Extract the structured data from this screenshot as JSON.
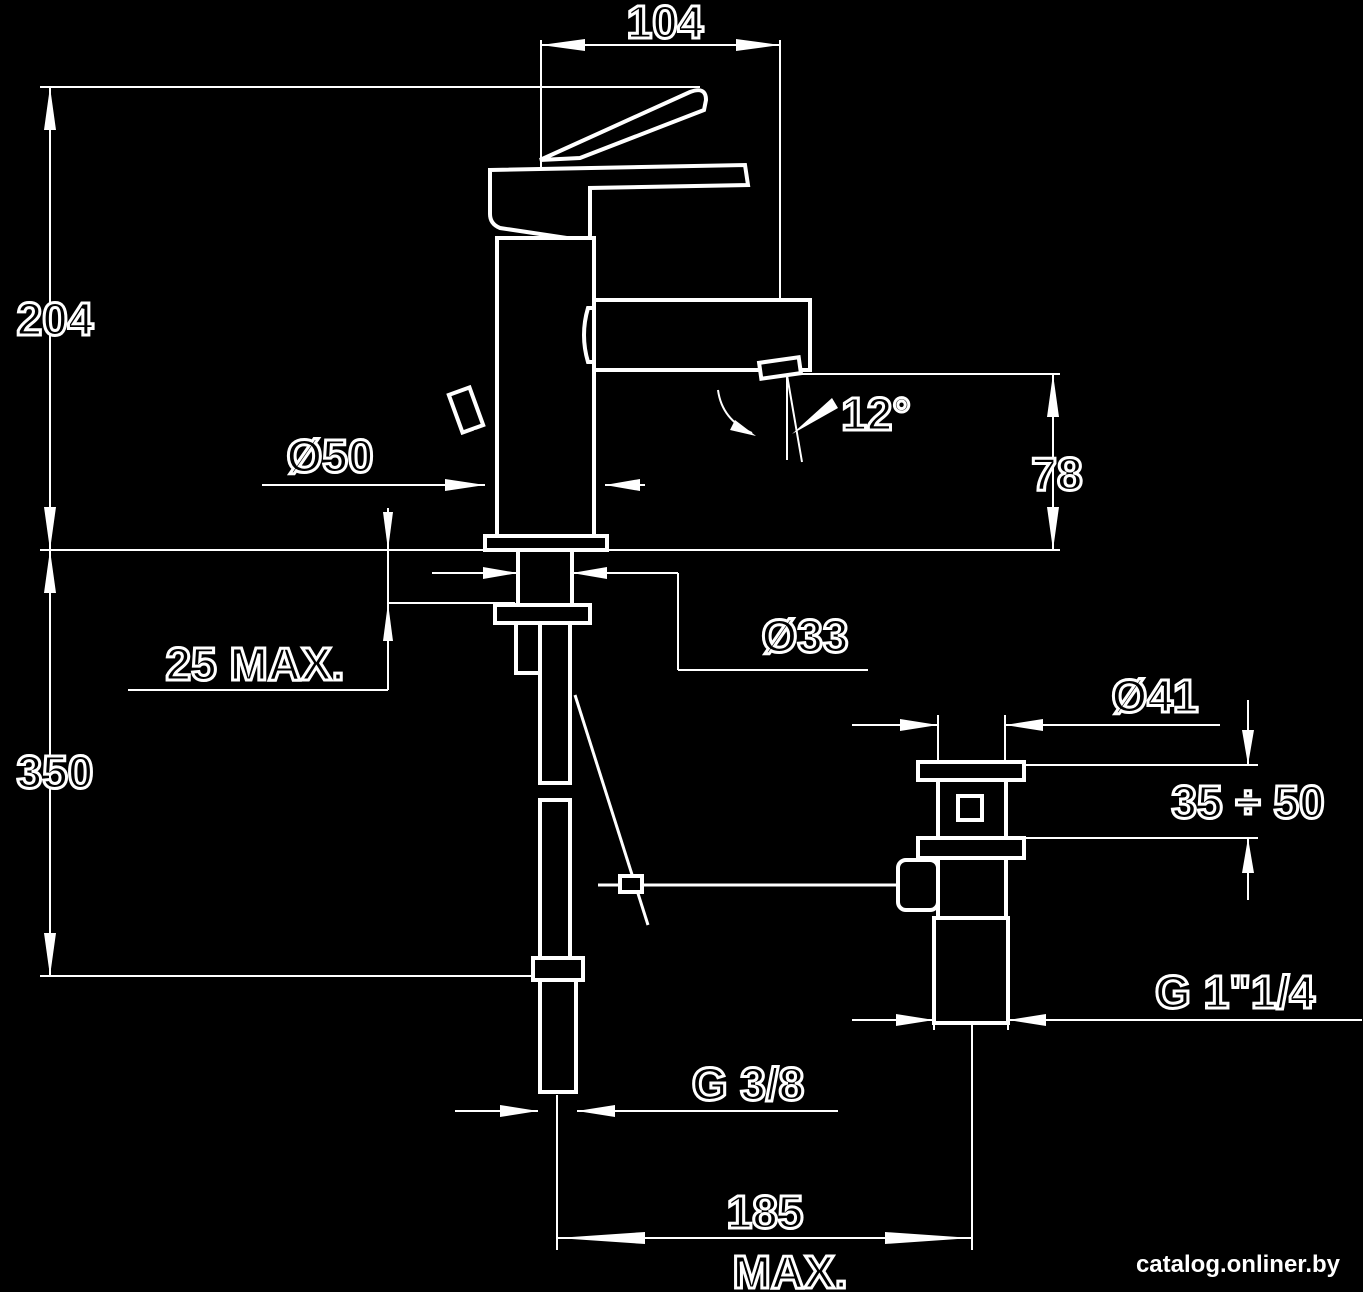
{
  "dimensions": {
    "top_width": "104",
    "height_faucet": "204",
    "spout_height": "78",
    "body_diameter": "Ø50",
    "spout_angle": "12°",
    "shank_diameter": "Ø33",
    "max_deck_thickness": "25 MAX.",
    "below_deck": "350",
    "waste_diameter": "Ø41",
    "waste_range": "35 ÷ 50",
    "waste_thread": "G 1\"1/4",
    "supply_thread": "G 3/8",
    "pop_up_distance": "185",
    "pop_up_distance_suffix": "MAX."
  },
  "watermark": "catalog.onliner.by"
}
